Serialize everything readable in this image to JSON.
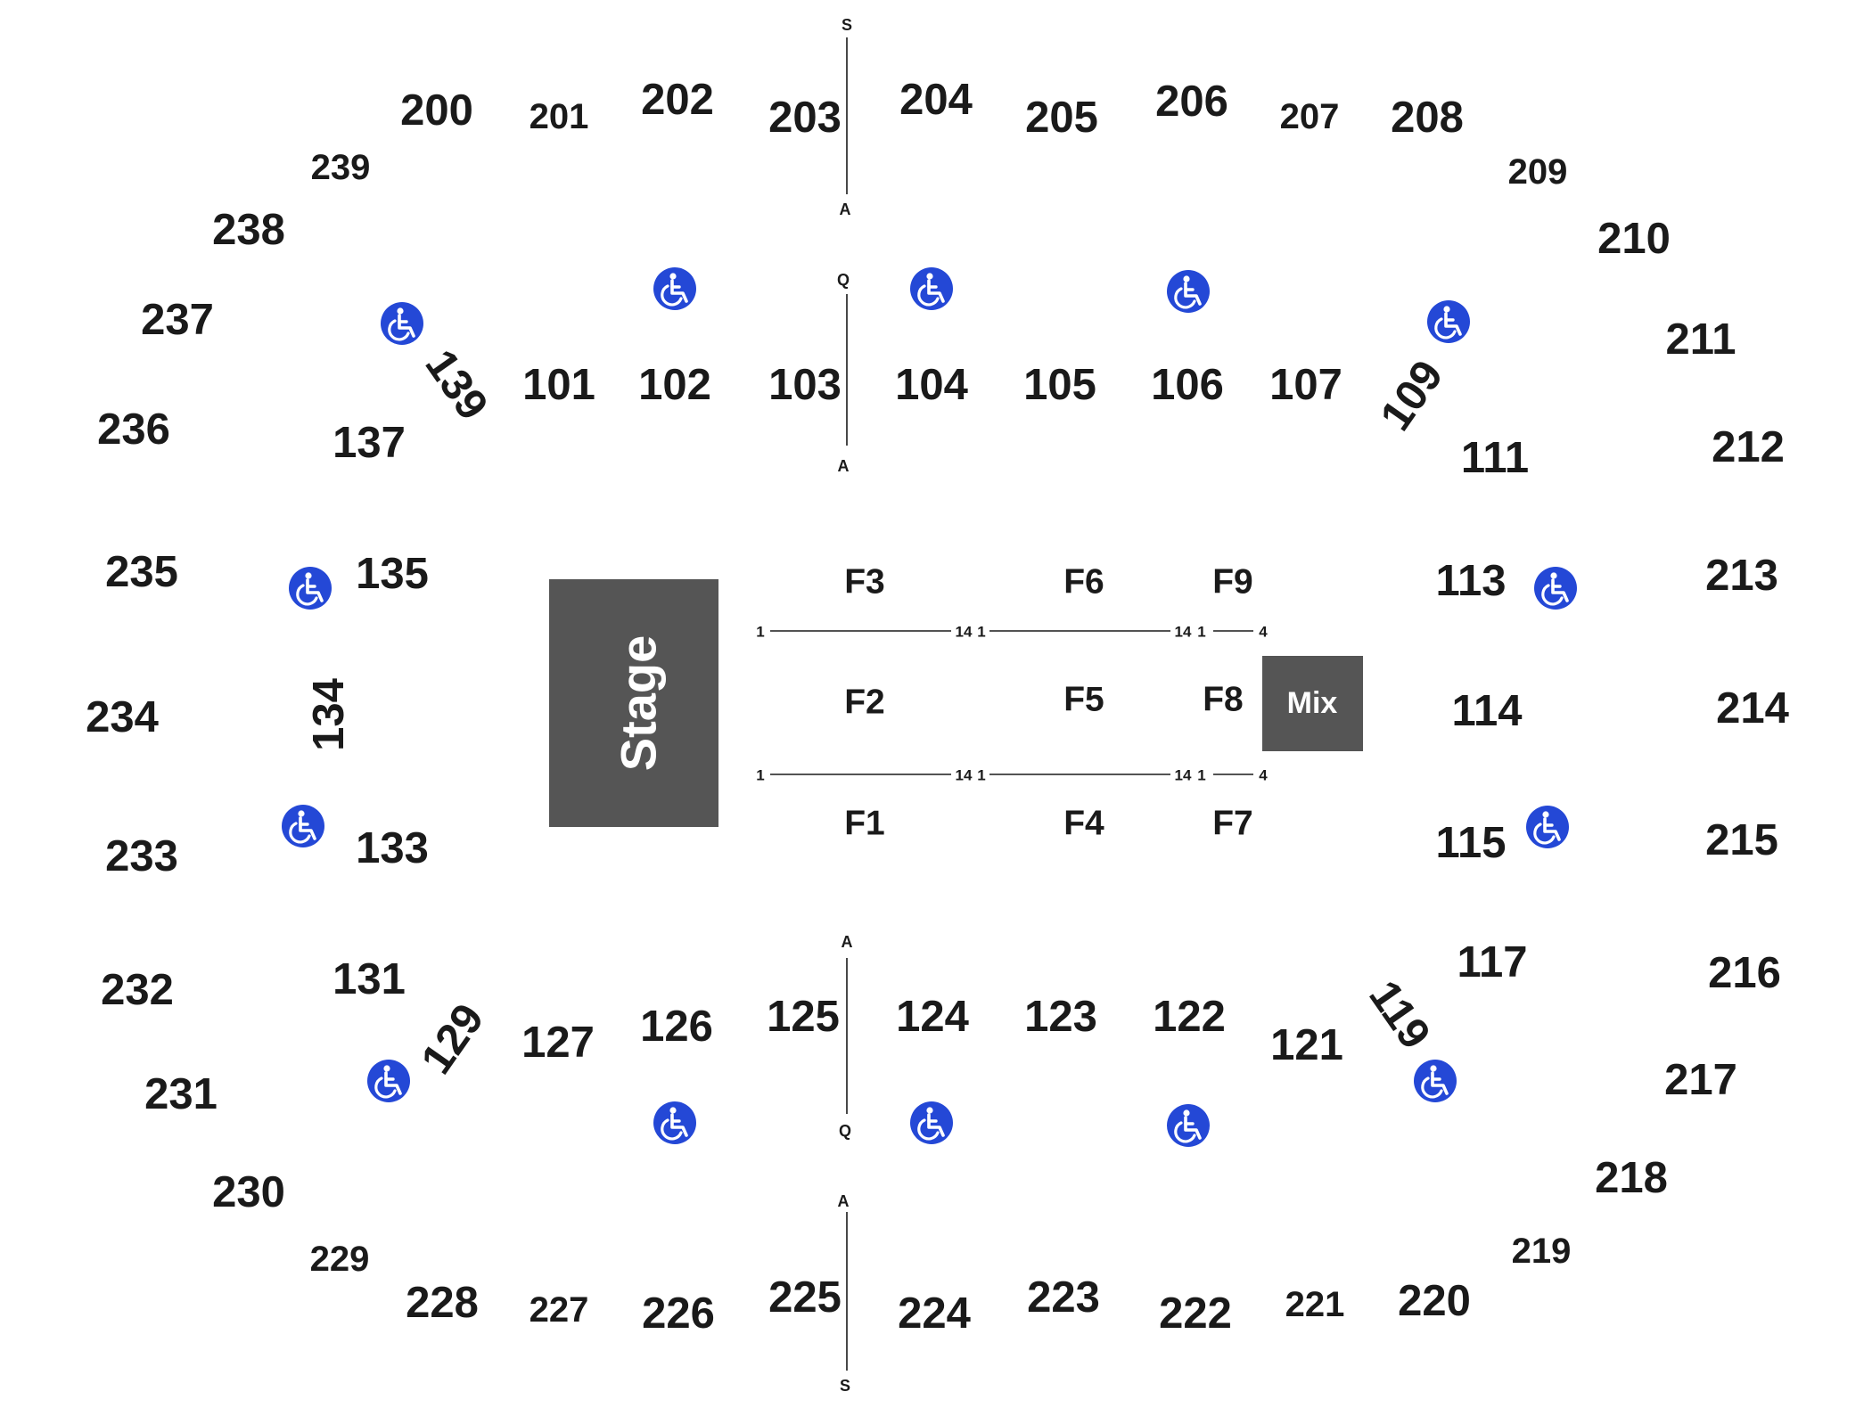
{
  "venue_map": {
    "stage_label": "Stage",
    "mix_label": "Mix",
    "accessible_icon": "wheelchair-accessible-icon",
    "accessible_color": "#2448d6",
    "stage_color": "#555555",
    "upper_sections": [
      "200",
      "201",
      "202",
      "203",
      "204",
      "205",
      "206",
      "207",
      "208",
      "209",
      "210",
      "211",
      "212",
      "213",
      "214",
      "215",
      "216",
      "217",
      "218",
      "219",
      "220",
      "221",
      "222",
      "223",
      "224",
      "225",
      "226",
      "227",
      "228",
      "229",
      "230",
      "231",
      "232",
      "233",
      "234",
      "235",
      "236",
      "237",
      "238",
      "239"
    ],
    "lower_sections": [
      "101",
      "102",
      "103",
      "104",
      "105",
      "106",
      "107",
      "109",
      "111",
      "113",
      "114",
      "115",
      "117",
      "119",
      "121",
      "122",
      "123",
      "124",
      "125",
      "126",
      "127",
      "129",
      "131",
      "133",
      "134",
      "135",
      "137",
      "139"
    ],
    "floor_sections": [
      "F1",
      "F2",
      "F3",
      "F4",
      "F5",
      "F6",
      "F7",
      "F8",
      "F9"
    ],
    "aisle_row_labels": {
      "top_upper": [
        "S",
        "A"
      ],
      "top_lower": [
        "Q",
        "A"
      ],
      "bottom_lower": [
        "A",
        "Q"
      ],
      "bottom_upper": [
        "A",
        "S"
      ]
    },
    "floor_seat_numbers": {
      "block_left": [
        "1",
        "14"
      ],
      "block_center": [
        "1",
        "14"
      ],
      "block_right": [
        "1",
        "4"
      ]
    }
  }
}
